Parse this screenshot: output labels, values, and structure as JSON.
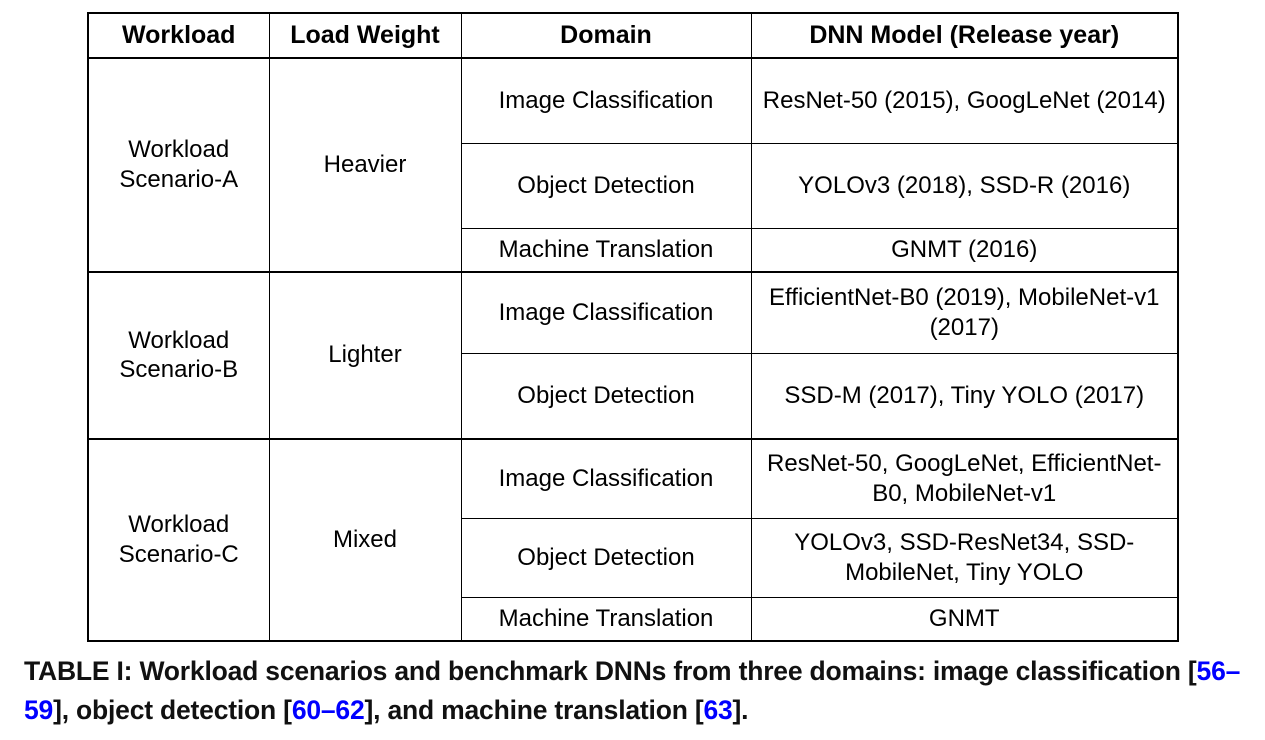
{
  "table": {
    "columns": [
      "Workload",
      "Load Weight",
      "Domain",
      "DNN Model (Release year)"
    ],
    "scenarios": [
      {
        "workload": "Workload Scenario-A",
        "load_weight": "Heavier",
        "rows": [
          {
            "domain": "Image Classification",
            "model": "ResNet-50 (2015), GoogLeNet (2014)"
          },
          {
            "domain": "Object Detection",
            "model": "YOLOv3 (2018), SSD-R (2016)"
          },
          {
            "domain": "Machine Translation",
            "model": "GNMT (2016)"
          }
        ]
      },
      {
        "workload": "Workload Scenario-B",
        "load_weight": "Lighter",
        "rows": [
          {
            "domain": "Image Classification",
            "model": "EfficientNet-B0 (2019), MobileNet-v1 (2017)"
          },
          {
            "domain": "Object Detection",
            "model": "SSD-M (2017), Tiny YOLO (2017)"
          }
        ]
      },
      {
        "workload": "Workload Scenario-C",
        "load_weight": "Mixed",
        "rows": [
          {
            "domain": "Image Classification",
            "model": "ResNet-50, GoogLeNet, EfficientNet-B0, MobileNet-v1"
          },
          {
            "domain": "Object Detection",
            "model": "YOLOv3, SSD-ResNet34, SSD-MobileNet, Tiny YOLO"
          },
          {
            "domain": "Machine Translation",
            "model": "GNMT"
          }
        ]
      }
    ]
  },
  "caption": {
    "label": "TABLE I:",
    "text_1": " Workload scenarios and benchmark DNNs from three domains: image classification [",
    "cite_1": "56–59",
    "text_2": "], object detection [",
    "cite_2": "60–62",
    "text_3": "], and machine translation [",
    "cite_3": "63",
    "text_4": "].",
    "cite_color": "#0000ff"
  }
}
